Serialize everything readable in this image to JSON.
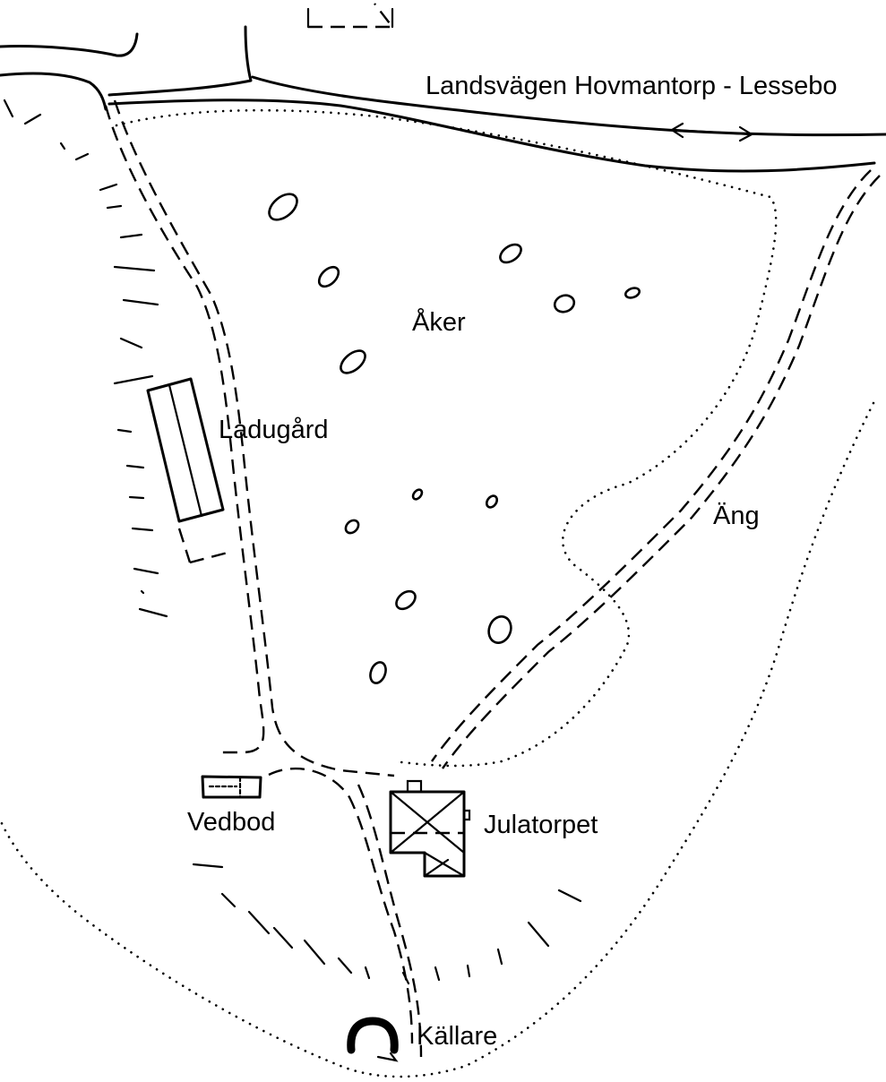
{
  "labels": {
    "road": "Landsvägen Hovmantorp - Lessebo",
    "field": "Åker",
    "barn": "Ladugård",
    "meadow": "Äng",
    "woodshed": "Vedbod",
    "cottage": "Julatorpet",
    "cellar": "Källare"
  },
  "colors": {
    "ink": "#000000",
    "paper": "#ffffff"
  }
}
